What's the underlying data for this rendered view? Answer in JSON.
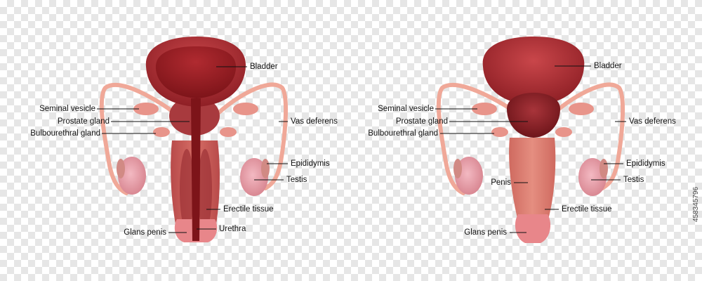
{
  "left_diagram": {
    "labels": {
      "bladder": "Bladder",
      "seminal_vesicle": "Seminal vesicle",
      "prostate_gland": "Prostate gland",
      "bulbourethral_gland": "Bulbourethral gland",
      "vas_deferens": "Vas deferens",
      "epididymis": "Epididymis",
      "testis": "Testis",
      "erectile_tissue": "Erectile tissue",
      "glans_penis": "Glans penis",
      "urethra": "Urethra"
    }
  },
  "right_diagram": {
    "labels": {
      "bladder": "Bladder",
      "seminal_vesicle": "Seminal vesicle",
      "prostate_gland": "Prostate gland",
      "bulbourethral_gland": "Bulbourethral gland",
      "vas_deferens": "Vas deferens",
      "epididymis": "Epididymis",
      "testis": "Testis",
      "penis": "Penis",
      "erectile_tissue": "Erectile tissue",
      "glans_penis": "Glans penis"
    }
  },
  "image_id": "458345796",
  "colors": {
    "bladder": "#a82a30",
    "tissue": "#c95a58",
    "light_tissue": "#e8948a",
    "testis": "#e59aa6",
    "tube": "#f0a898"
  }
}
